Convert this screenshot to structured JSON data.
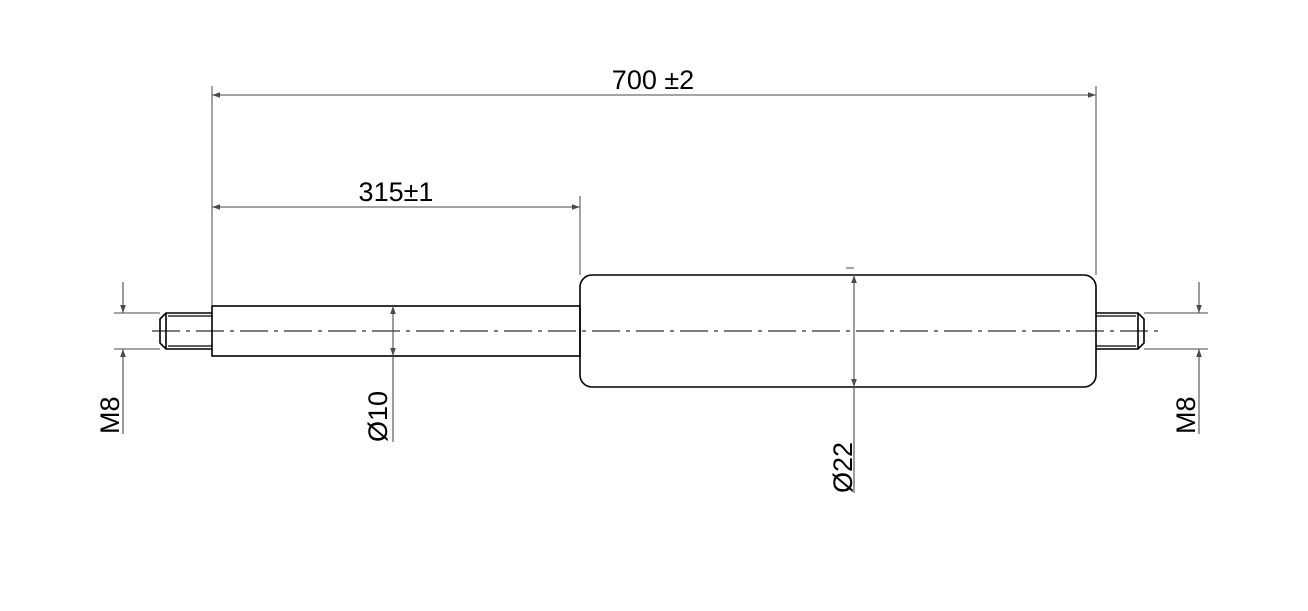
{
  "drawing": {
    "dimensions": {
      "overall_length": "700 ±2",
      "rod_extension": "315±1",
      "rod_diameter": "Ø10",
      "body_diameter": "Ø22",
      "left_thread": "M8",
      "right_thread": "M8"
    }
  }
}
